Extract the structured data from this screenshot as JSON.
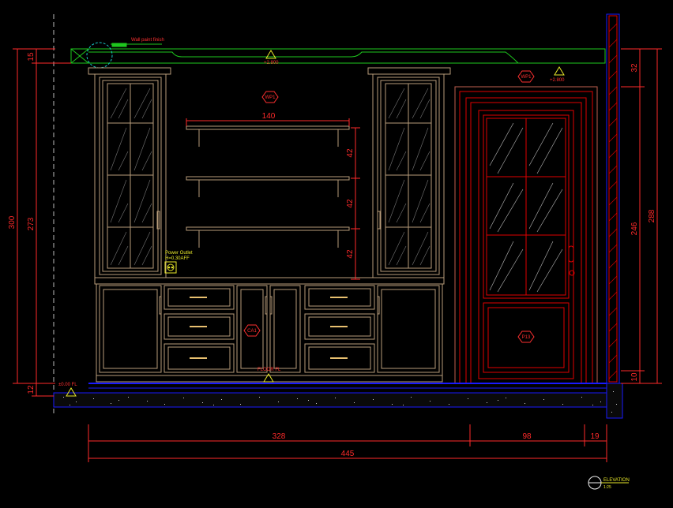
{
  "drawing": {
    "colors": {
      "background": "#000000",
      "cabinet": "#b79c7a",
      "dimension": "#ff2a2a",
      "door": "#e00000",
      "cornice": "#1ec81e",
      "floor": "#1a1aff"
    },
    "notes": {
      "wall_paint": "Wall paint finish",
      "power_outlet_1": "Power Outlet",
      "power_outlet_2": "H=0.30AFF",
      "ceiling_level": "+2.800",
      "mid_level": "+2.800",
      "floor_level": "±0.00 FL",
      "floor_label": "FLOOR FL"
    },
    "tags": {
      "wp_center": "WP1",
      "wp_right": "WP1",
      "cabinet": "CA1",
      "door": "P13"
    },
    "dimensions": {
      "left_total": "300",
      "left_upper": "15",
      "left_mid": "273",
      "left_lower": "12",
      "shelf_width": "140",
      "shelf_gap_1": "42",
      "shelf_gap_2": "42",
      "shelf_gap_3": "42",
      "right_top": "32",
      "right_mid": "246",
      "right_total": "288",
      "right_bottom": "10",
      "bottom_cabinet": "328",
      "bottom_door": "98",
      "bottom_wall": "19",
      "bottom_total": "445"
    },
    "title": {
      "label": "ELEVATION",
      "scale": "1:25"
    }
  }
}
